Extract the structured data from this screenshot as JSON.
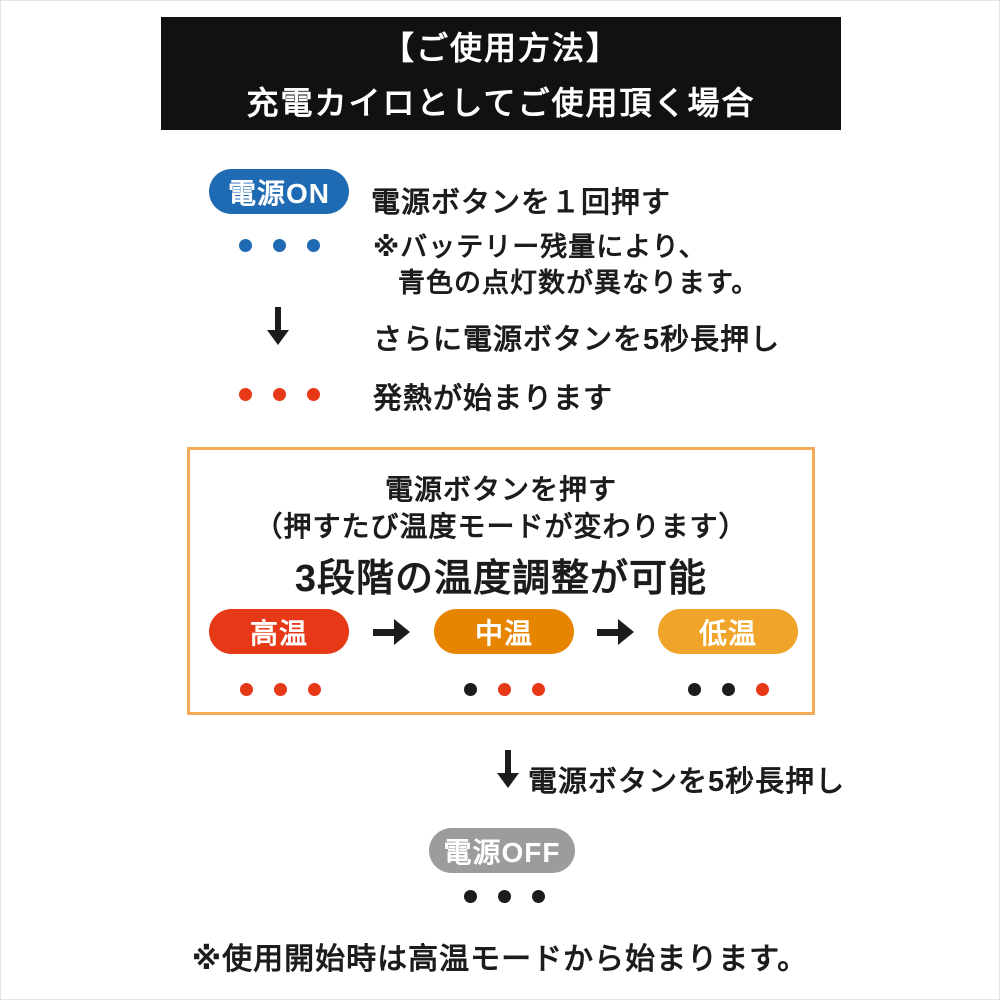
{
  "header": {
    "title_line1": "【ご使用方法】",
    "title_line2": "充電カイロとしてご使用頂く場合"
  },
  "power_on": {
    "badge_label": "電源ON",
    "instruction": "電源ボタンを１回押す",
    "note_line1": "※バッテリー残量により、",
    "note_line2": "青色の点灯数が異なります。",
    "leds": [
      "blue",
      "blue",
      "blue"
    ]
  },
  "long_press_step": {
    "instruction": "さらに電源ボタンを5秒長押し"
  },
  "heating_step": {
    "instruction": "発熱が始まります",
    "leds": [
      "red",
      "red",
      "red"
    ]
  },
  "temperature_box": {
    "instruction_line1": "電源ボタンを押す",
    "instruction_line2": "（押すたび温度モードが変わります）",
    "headline": "3段階の温度調整が可能",
    "modes": [
      {
        "label": "高温",
        "color": "#e73817",
        "leds": [
          "red",
          "red",
          "red"
        ]
      },
      {
        "label": "中温",
        "color": "#e78500",
        "leds": [
          "black",
          "red",
          "red"
        ]
      },
      {
        "label": "低温",
        "color": "#f0a42a",
        "leds": [
          "black",
          "black",
          "red"
        ]
      }
    ]
  },
  "power_off": {
    "instruction": "電源ボタンを5秒長押し",
    "badge_label": "電源OFF",
    "leds": [
      "black",
      "black",
      "black"
    ]
  },
  "footer": {
    "note": "※使用開始時は高温モードから始まります。"
  },
  "colors": {
    "blue": "#1e6bb3",
    "red": "#e73817",
    "orange": "#e78500",
    "amber": "#f0a42a",
    "gray": "#9c9c9d",
    "black": "#1c1c1c",
    "header_bg": "#111111",
    "box_border": "#f3ab58"
  }
}
